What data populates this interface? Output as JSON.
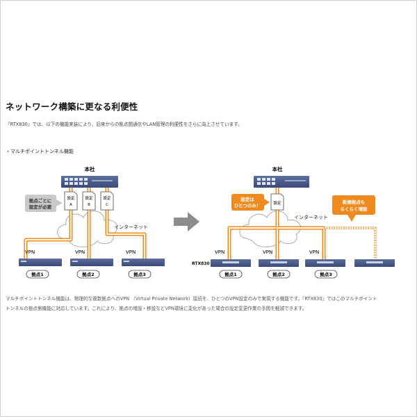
{
  "page": {
    "title": "ネットワーク構築に更なる利便性",
    "intro": "『RTX830』では、以下の機能実装により、旧来からの拠点間通信やLAN管理の利便性をさらに向上させています。",
    "feature_heading": "・マルチポイントトンネル機能",
    "description": [
      "マルチポイントトンネル機能は、物理的な複数拠点へのVPN （Virtual Private Network）接続を、ひとつのVPN設定のみで実現する機能です。『RTX830』ではこのマルチポイント",
      "トンネルの拠点側機能に対応しています。これにより、拠点の増設・移設などVPN環境に変化があった場合の設定変更作業の手間を軽減できます。"
    ]
  },
  "diagram": {
    "before": {
      "hq_label": "本社",
      "callout": [
        "拠点ごとに",
        "設定が必要"
      ],
      "docs": [
        {
          "line1": "設定",
          "line2": "A"
        },
        {
          "line1": "設定",
          "line2": "B"
        },
        {
          "line1": "設定",
          "line2": "C"
        }
      ],
      "internet_label": "インターネット",
      "vpn_labels": [
        "VPN",
        "VPN",
        "VPN"
      ],
      "sites": [
        "拠点1",
        "拠点2",
        "拠点3"
      ]
    },
    "after": {
      "hq_label": "本社",
      "callout": [
        "設定は",
        "ひとつのみ！"
      ],
      "doc": "設定",
      "internet_label": "インターネット",
      "new_site_callout": [
        "新規拠点も",
        "らくらく増設"
      ],
      "vpn_labels": [
        "VPN",
        "VPN",
        "VPN"
      ],
      "device_label": "RTX830",
      "sites": [
        "拠点1",
        "拠点2",
        "拠点3"
      ]
    },
    "colors": {
      "accent_orange": "#ef8a1f",
      "callout_gray": "#c9c9c9",
      "device_blue": "#4a5b8c",
      "cloud_stroke": "#aaaaaa",
      "arrow_gray": "#8c8c8c"
    }
  }
}
